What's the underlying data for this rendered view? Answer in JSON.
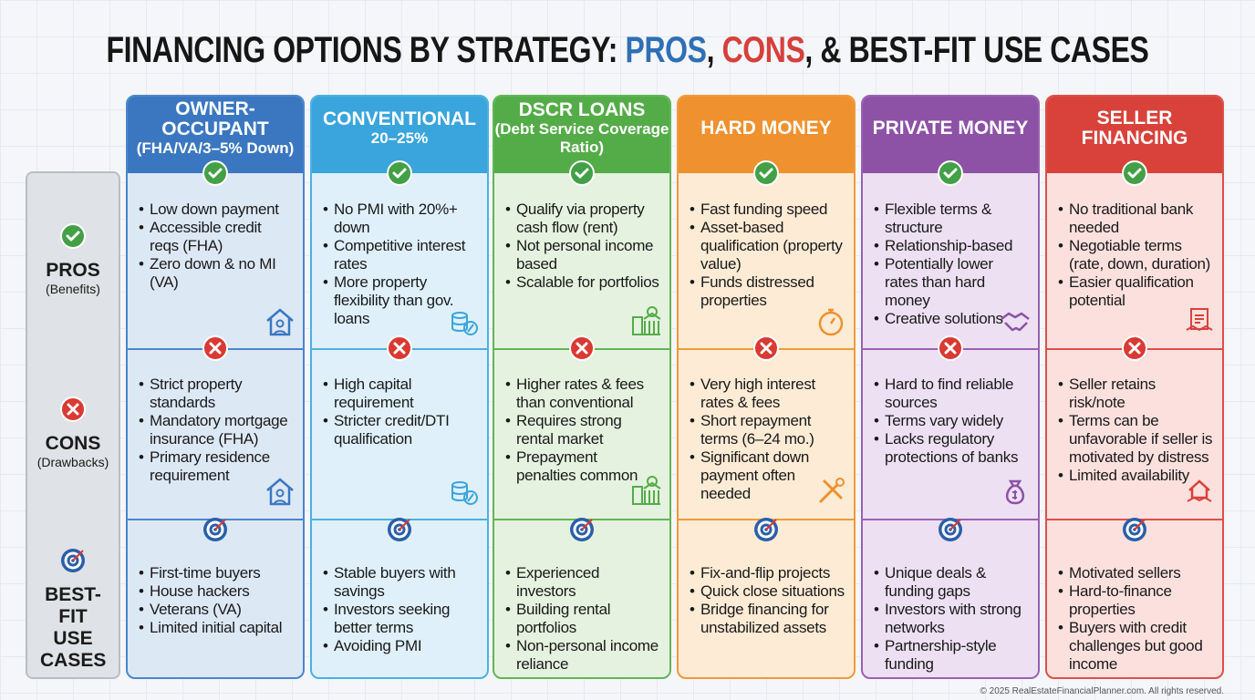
{
  "title": {
    "part1": "FINANCING OPTIONS BY STRATEGY: ",
    "pros": "PROS",
    "sep1": ", ",
    "cons": "CONS",
    "part2": ", & BEST-FIT USE CASES"
  },
  "rows": {
    "pros": {
      "label": "PROS",
      "sub": "(Benefits)",
      "icon": "check-icon"
    },
    "cons": {
      "label": "CONS",
      "sub": "(Drawbacks)",
      "icon": "x-icon"
    },
    "best": {
      "label": "BEST-FIT USE CASES",
      "icon": "target-icon"
    }
  },
  "columns": [
    {
      "id": "owner-occupant",
      "title": "OWNER-OCCUPANT",
      "subtitle": "(FHA/VA/3–5% Down)",
      "color": "#3a77c0",
      "bg": "#dde8f5",
      "border": "#4a86cc",
      "pros": [
        "Low down payment",
        "Accessible credit reqs (FHA)",
        "Zero down & no MI (VA)"
      ],
      "pros_icon": "house-person-icon",
      "cons": [
        "Strict property standards",
        "Mandatory mortgage insurance (FHA)",
        "Primary residence requirement"
      ],
      "cons_icon": "house-person-icon",
      "best": [
        "First-time buyers",
        "House hackers",
        "Veterans (VA)",
        "Limited initial capital"
      ]
    },
    {
      "id": "conventional",
      "title": "CONVENTIONAL",
      "subtitle": "20–25%",
      "color": "#3aa5dc",
      "bg": "#dff0fa",
      "border": "#4cb0e2",
      "pros": [
        "No PMI with 20%+ down",
        "Competitive interest rates",
        "More property flexibility than gov. loans"
      ],
      "pros_icon": "coins-percent-icon",
      "cons": [
        "High capital requirement",
        "Stricter credit/DTI qualification"
      ],
      "cons_icon": "coins-percent-icon",
      "best": [
        "Stable buyers with savings",
        "Investors seeking better terms",
        "Avoiding PMI"
      ]
    },
    {
      "id": "dscr-loans",
      "title": "DSCR LOANS",
      "subtitle": "(Debt Service Coverage Ratio)",
      "color": "#54ac48",
      "bg": "#e5f2df",
      "border": "#62b556",
      "pros": [
        "Qualify via property cash flow (rent)",
        "Not personal income based",
        "Scalable for portfolios"
      ],
      "pros_icon": "bank-calculator-icon",
      "cons": [
        "Higher rates & fees than conventional",
        "Requires strong rental market",
        "Prepayment penalties common"
      ],
      "cons_icon": "bank-calculator-icon",
      "best": [
        "Experienced investors",
        "Building rental portfolios",
        "Non-personal income reliance"
      ]
    },
    {
      "id": "hard-money",
      "title": "HARD MONEY",
      "subtitle": "",
      "color": "#ef912e",
      "bg": "#fdebd5",
      "border": "#f09a3c",
      "pros": [
        "Fast funding speed",
        "Asset-based qualification (property value)",
        "Funds distressed properties"
      ],
      "pros_icon": "stopwatch-icon",
      "cons": [
        "Very high interest rates & fees",
        "Short repayment terms (6–24 mo.)",
        "Significant down payment often needed"
      ],
      "cons_icon": "tools-icon",
      "best": [
        "Fix-and-flip projects",
        "Quick close situations",
        "Bridge financing for unstabilized assets"
      ]
    },
    {
      "id": "private-money",
      "title": "PRIVATE MONEY",
      "subtitle": "",
      "color": "#8d52a6",
      "bg": "#ece0f2",
      "border": "#9a62b2",
      "pros": [
        "Flexible terms & structure",
        "Relationship-based",
        "Potentially lower rates than hard money",
        "Creative solutions"
      ],
      "pros_icon": "handshake-icon",
      "cons": [
        "Hard to find reliable sources",
        "Terms vary widely",
        "Lacks regulatory protections of banks"
      ],
      "cons_icon": "money-bag-icon",
      "best": [
        "Unique deals & funding gaps",
        "Investors with strong networks",
        "Partnership-style funding"
      ]
    },
    {
      "id": "seller-financing",
      "title": "SELLER FINANCING",
      "subtitle": "",
      "color": "#d8423b",
      "bg": "#fbe0de",
      "border": "#dc5048",
      "pros": [
        "No traditional bank needed",
        "Negotiable terms (rate, down, duration)",
        "Easier qualification potential"
      ],
      "pros_icon": "contract-handshake-icon",
      "cons": [
        "Seller retains risk/note",
        "Terms can be unfavorable if seller is motivated by distress",
        "Limited availability"
      ],
      "cons_icon": "house-handshake-icon",
      "best": [
        "Motivated sellers",
        "Hard-to-finance properties",
        "Buyers with credit challenges but good income"
      ]
    }
  ],
  "footer": "© 2025 RealEstateFinancialPlanner.com. All rights reserved."
}
